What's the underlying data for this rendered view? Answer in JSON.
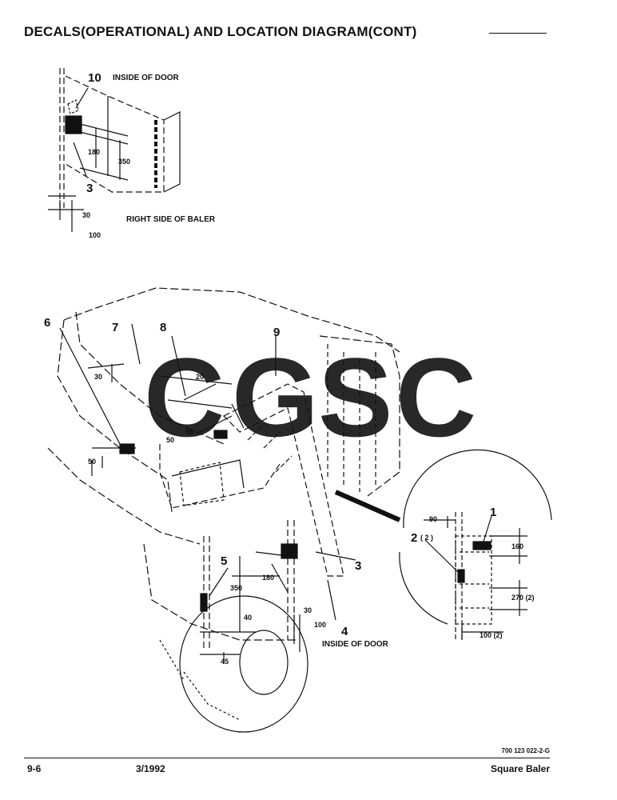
{
  "header": {
    "title": "DECALS(OPERATIONAL) AND LOCATION DIAGRAM(CONT)"
  },
  "callouts": [
    "10",
    "3",
    "6",
    "7",
    "8",
    "9",
    "5",
    "4",
    "3",
    "1",
    "2"
  ],
  "labels": {
    "inside_of_door_top": "INSIDE OF DOOR",
    "right_side_of_baler": "RIGHT SIDE OF BALER",
    "inside_of_door_bottom": "INSIDE OF DOOR",
    "detail_qty": "( 2 )"
  },
  "dimensions": {
    "top_180": "180",
    "top_350": "350",
    "top_30": "30",
    "top_100": "100",
    "main_30": "30",
    "main_20": "20",
    "main_50a": "50",
    "main_50b": "50",
    "main_50c": "50",
    "main_180": "180",
    "main_350": "350",
    "main_40": "40",
    "main_45": "45",
    "main_30b": "30",
    "main_100": "100",
    "detail_90": "90",
    "detail_160": "160",
    "detail_270": "270 (2)",
    "detail_100": "100 (2)"
  },
  "watermark": {
    "letters": [
      "C",
      "G",
      "S",
      "C"
    ],
    "colors": [
      "#3d8ef0",
      "#f0574f",
      "#f6c13b",
      "#3cb58a"
    ]
  },
  "footer": {
    "ref": "700 123 022-2-G",
    "page": "9-6",
    "date": "3/1992",
    "product": "Square Baler"
  }
}
